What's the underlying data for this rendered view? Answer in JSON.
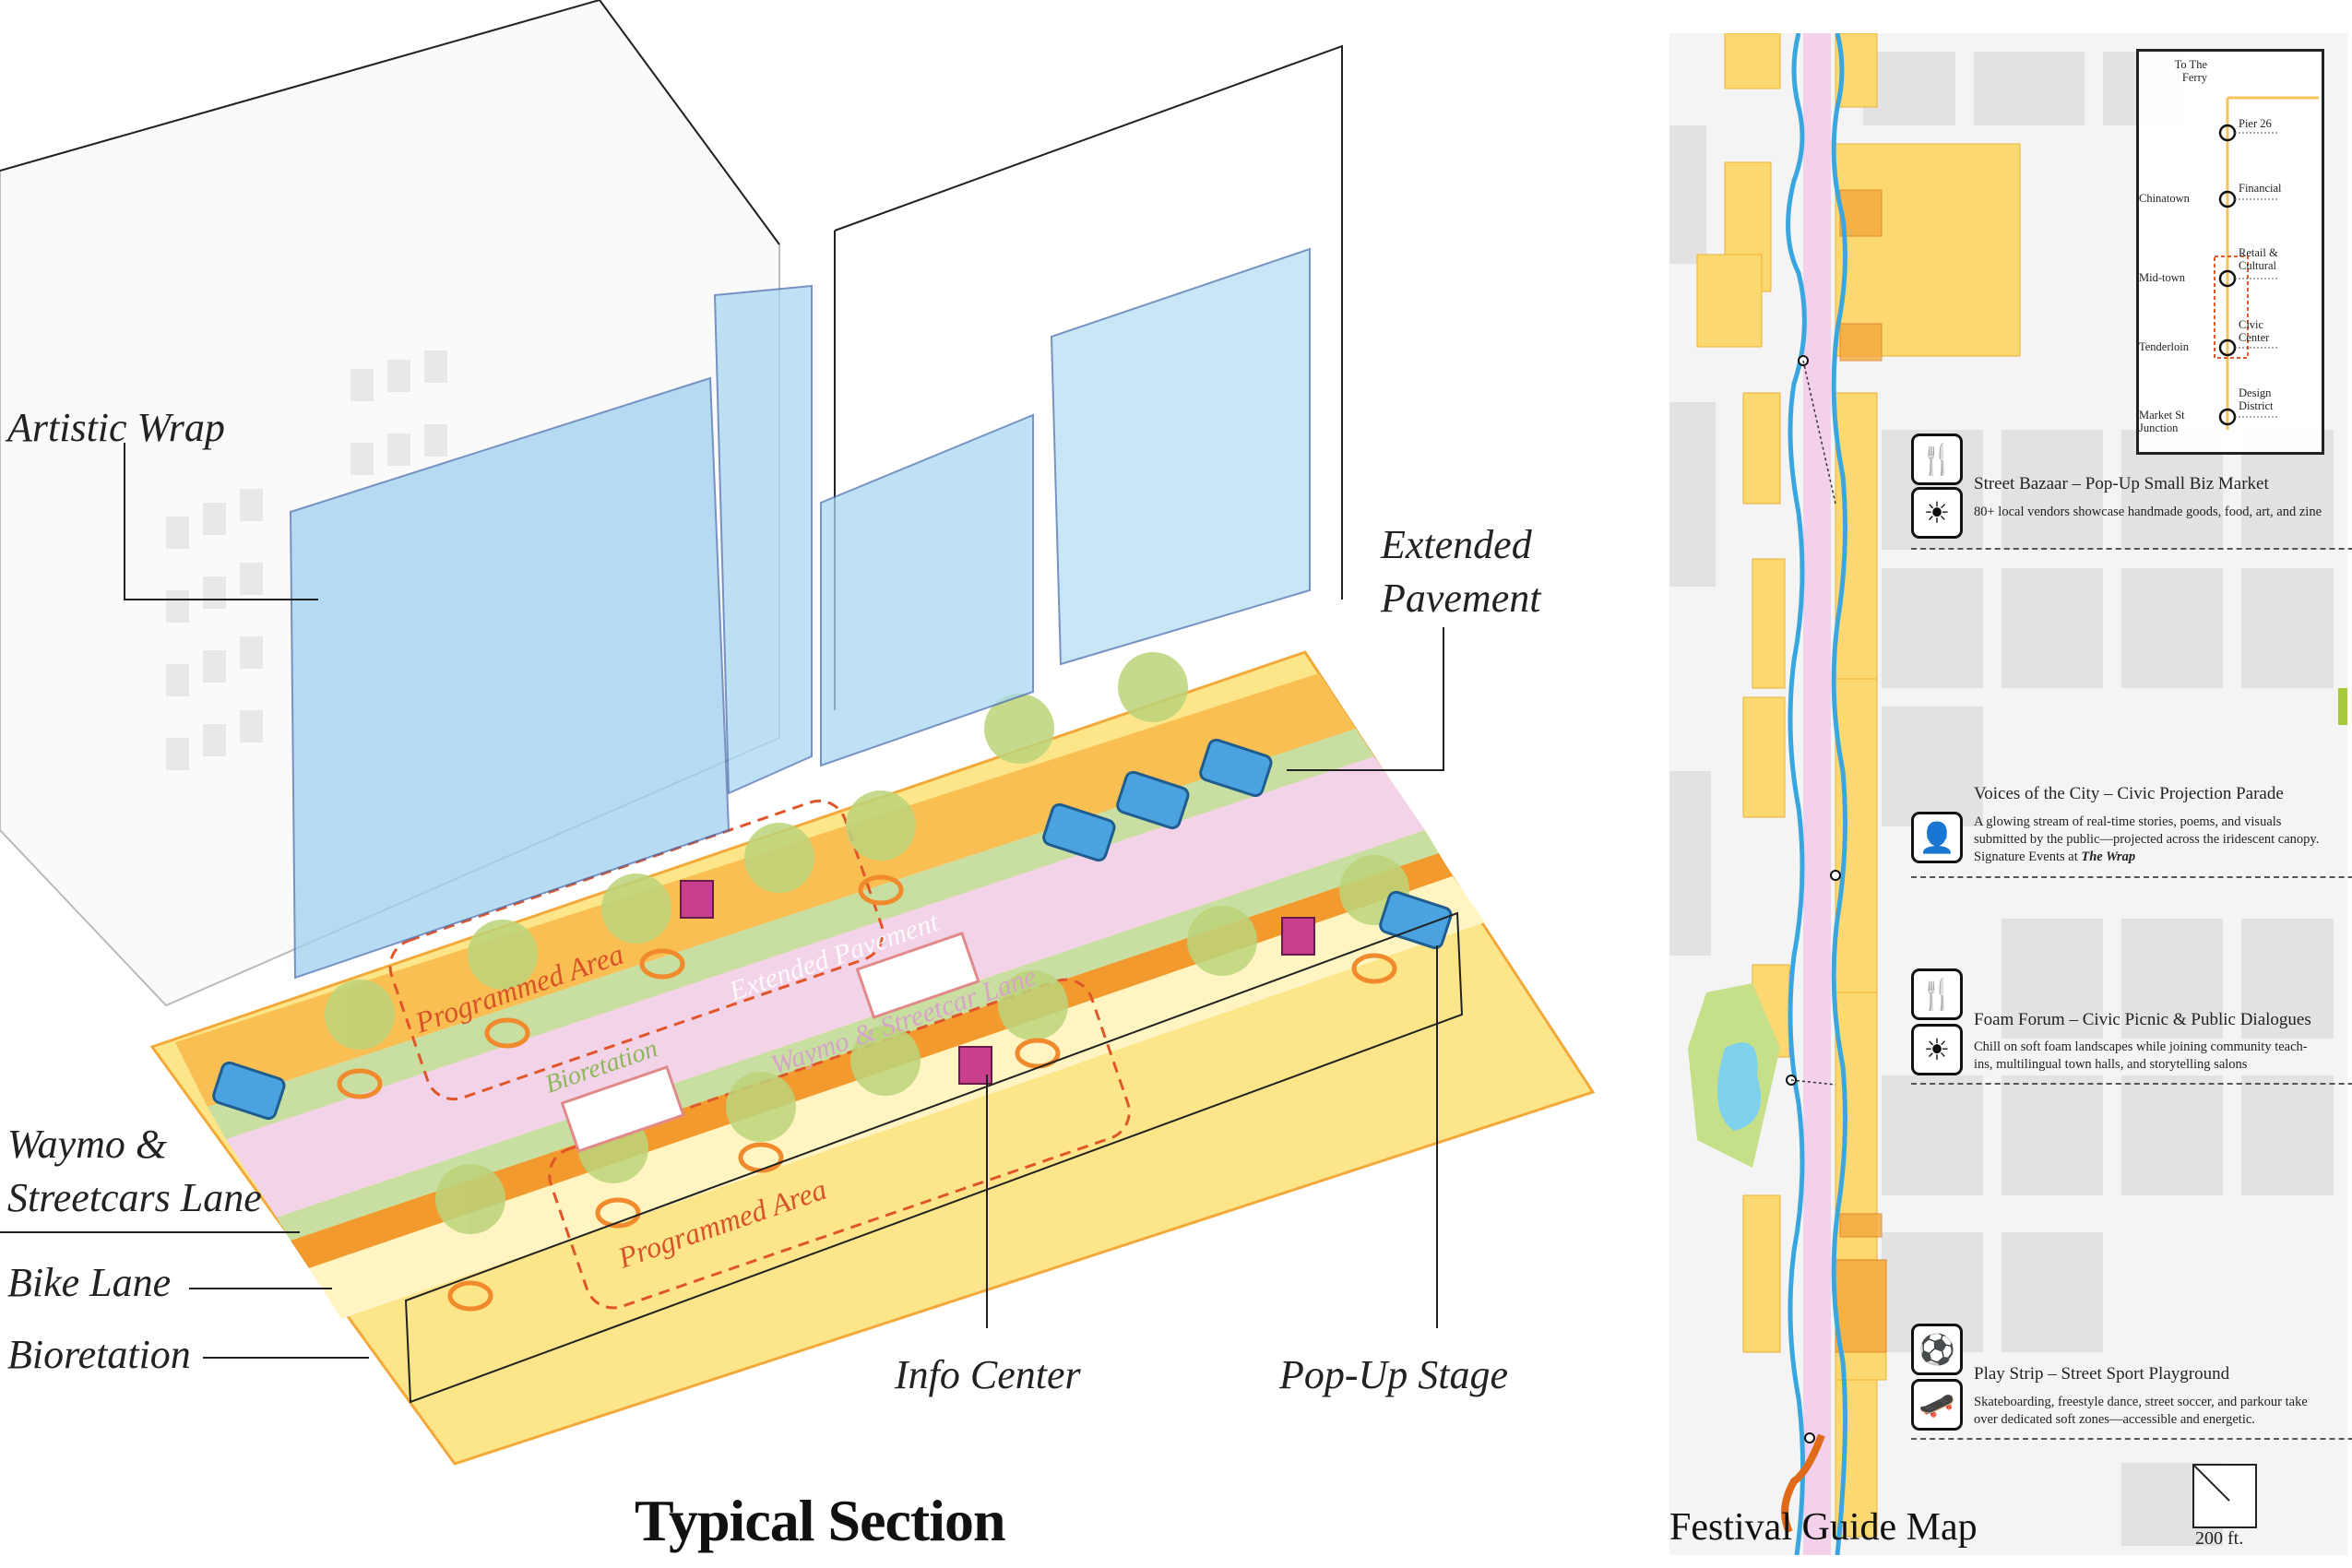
{
  "section": {
    "title": "Typical Section",
    "labels": {
      "artistic_wrap": "Artistic Wrap",
      "extended_pavement_1": "Extended",
      "extended_pavement_2": "Pavement",
      "waymo_1": "Waymo &",
      "waymo_2": "Streetcars Lane",
      "bike_lane": "Bike Lane",
      "bioretation": "Bioretation",
      "info_center": "Info Center",
      "popup_stage": "Pop-Up Stage"
    },
    "plan_labels": {
      "programmed_area": "Programmed Area",
      "extended_pavement": "Extended Pavement",
      "bioretation": "Bioretation",
      "streetcar_lane": "Waymo & Streetcar Lane"
    }
  },
  "map": {
    "title": "Festival Guide Map",
    "scale": "200 ft.",
    "inset": {
      "top": "To The Ferry",
      "left": [
        "Chinatown",
        "Mid-town",
        "Tenderloin",
        "Market St Junction"
      ],
      "right": [
        "Pier 26",
        "Financial",
        "Retail & Cultural",
        "Civic Center",
        "Design District"
      ]
    },
    "events": [
      {
        "title": "Street Bazaar – Pop-Up Small Biz Market",
        "desc": "80+ local vendors showcase handmade goods, food, art, and zine",
        "icons": [
          "utensils-icon",
          "lounger-sun-icon"
        ]
      },
      {
        "title": "Voices of the City – Civic Projection Parade",
        "desc": "A glowing stream of real-time stories, poems, and visuals submitted by the public—projected across the iridescent canopy. Signature Events at ",
        "emph": "The Wrap",
        "icons": [
          "speaker-podium-icon"
        ]
      },
      {
        "title": "Foam Forum – Civic Picnic & Public Dialogues",
        "desc": "Chill on soft foam landscapes while joining community teach-ins, multilingual town halls, and storytelling salons",
        "icons": [
          "utensils-icon",
          "lounger-sun-icon"
        ]
      },
      {
        "title": "Play Strip – Street Sport Playground",
        "desc": "Skateboarding, freestyle dance, street soccer, and parkour take over dedicated soft zones—accessible and energetic.",
        "icons": [
          "soccer-ball-icon",
          "skateboarder-icon"
        ]
      }
    ]
  },
  "colors": {
    "yellow": "#fde58a",
    "orange": "#f7b13c",
    "pink": "#f2d3e8",
    "green": "#c9dfa2",
    "blue": "#7fc1e8"
  }
}
